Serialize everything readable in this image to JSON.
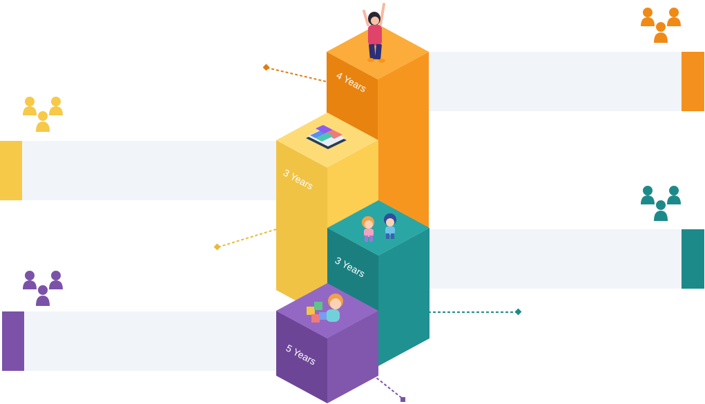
{
  "stages": [
    {
      "id": "purple",
      "label": "5 Years",
      "color": "#7b52a8",
      "icon": "baby-with-blocks-illustration",
      "people_icon": "people-group-icon"
    },
    {
      "id": "teal",
      "label": "3 Years",
      "color": "#1d8a8a",
      "icon": "two-children-playing-illustration",
      "people_icon": "people-group-icon"
    },
    {
      "id": "yellow",
      "label": "3 Years",
      "color": "#f7c948",
      "icon": "tablet-device-illustration",
      "people_icon": "people-group-icon"
    },
    {
      "id": "orange",
      "label": "4 Years",
      "color": "#f08a1c",
      "icon": "girl-cheering-illustration",
      "people_icon": "people-group-icon"
    }
  ],
  "panel_color": "#f1f4f8"
}
